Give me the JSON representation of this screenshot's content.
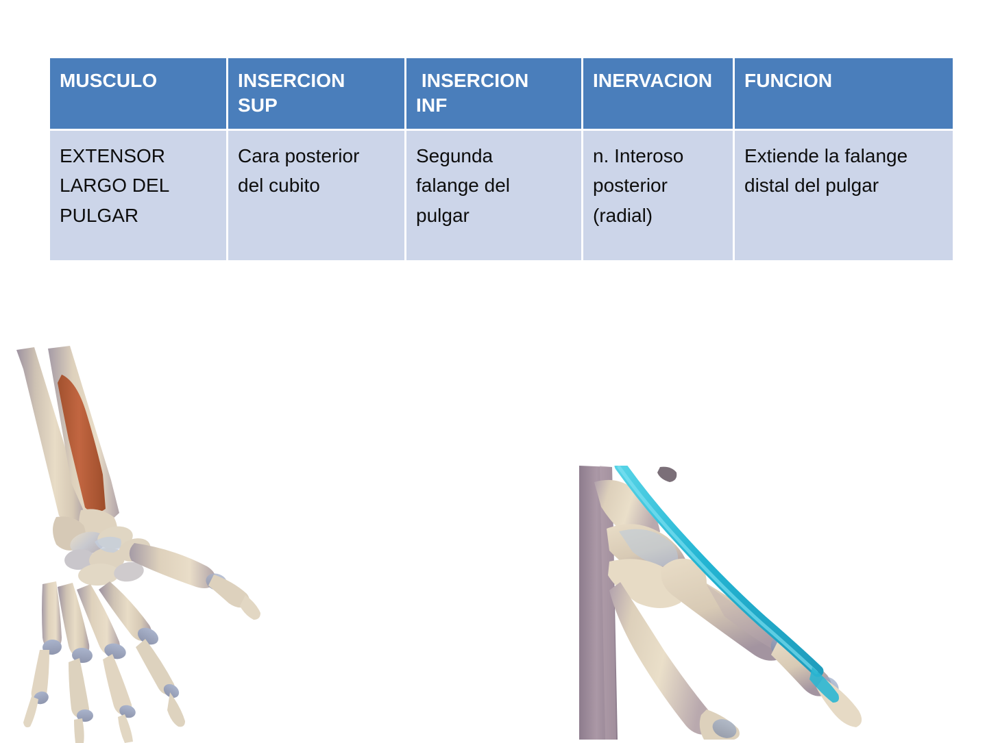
{
  "table": {
    "headers": [
      {
        "lines": [
          "MUSCULO"
        ]
      },
      {
        "lines": [
          "INSERCION",
          "SUP"
        ]
      },
      {
        "lines": [
          " INSERCION",
          "INF"
        ]
      },
      {
        "lines": [
          "INERVACION"
        ]
      },
      {
        "lines": [
          "FUNCION"
        ]
      }
    ],
    "rows": [
      {
        "musculo": {
          "lines": [
            "EXTENSOR",
            "LARGO DEL",
            "PULGAR"
          ]
        },
        "insercion_sup": {
          "lines": [
            "Cara posterior",
            "del cubito"
          ]
        },
        "insercion_inf": {
          "lines": [
            "Segunda",
            "falange del",
            "pulgar"
          ]
        },
        "inervacion": {
          "lines": [
            "n. Interoso",
            "posterior",
            "(radial)"
          ]
        },
        "funcion": {
          "lines": [
            "Extiende la falange",
            "distal del pulgar"
          ]
        }
      }
    ]
  },
  "figures": [
    {
      "name": "forearm-hand-skeleton-with-extensor-pollicis-longus-muscle",
      "description": "Posterior view of forearm and hand skeleton with the extensor pollicis longus muscle belly highlighted in red-orange on the posterior surface of the ulna"
    },
    {
      "name": "thumb-skeleton-with-extensor-pollicis-longus-tendon",
      "description": "Close-up of thumb skeleton with the extensor pollicis longus tendon highlighted in cyan running to the distal phalanx"
    }
  ],
  "colors": {
    "header_blue": "#4a7ebb",
    "cell_blue": "#ccd5e9",
    "header_text": "#ffffff",
    "cell_text": "#0d0d0d",
    "grid_white": "#ffffff",
    "muscle_red": "#b5582f",
    "tendon_cyan": "#2eb8d4",
    "bone_beige": "#e3d6c0",
    "bone_shadow_purple": "#9c8fa0",
    "page_background": "#ffffff"
  }
}
